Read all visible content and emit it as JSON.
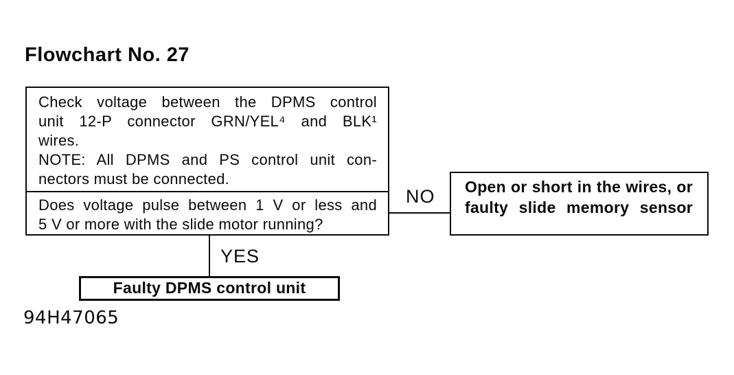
{
  "title": "Flowchart No. 27",
  "figure_code": "94H47065",
  "colors": {
    "ink": "#0a0a0a",
    "background": "#ffffff"
  },
  "flowchart": {
    "step_box": {
      "lines": [
        "Check voltage between the DPMS control",
        "unit 12-P connector GRN/YEL⁴ and BLK¹",
        "wires.",
        "NOTE: All DPMS and PS control unit con-",
        "nectors must be connected."
      ]
    },
    "question_box": {
      "lines": [
        "Does voltage pulse between 1 V or less and",
        "5 V or more with the slide motor running?"
      ]
    },
    "no_branch": {
      "label": "NO",
      "result_lines": [
        "Open or short in the wires, or",
        "faulty slide memory sensor"
      ]
    },
    "yes_branch": {
      "label": "YES",
      "result": "Faulty DPMS control unit"
    }
  }
}
